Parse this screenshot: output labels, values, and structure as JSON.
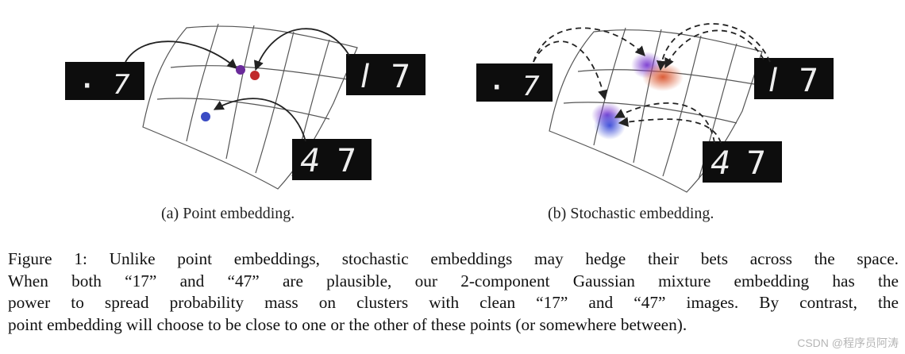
{
  "panel_a": {
    "caption": "(a) Point embedding.",
    "images": [
      {
        "name": "digit-image-dot-7",
        "glyphs": [
          "·",
          "7"
        ]
      },
      {
        "name": "digit-image-17",
        "glyphs": [
          "l",
          "7"
        ]
      },
      {
        "name": "digit-image-47",
        "glyphs": [
          "4",
          "7"
        ]
      }
    ],
    "point_colors": {
      "purple": "#6a2a9a",
      "red": "#c0292b",
      "blue": "#3a4bc4"
    }
  },
  "panel_b": {
    "caption": "(b) Stochastic embedding.",
    "images": [
      {
        "name": "digit-image-dot-7",
        "glyphs": [
          "·",
          "7"
        ]
      },
      {
        "name": "digit-image-17",
        "glyphs": [
          "l",
          "7"
        ]
      },
      {
        "name": "digit-image-47",
        "glyphs": [
          "4",
          "7"
        ]
      }
    ],
    "blob_colors": {
      "purple": "#7a3ad0",
      "red": "#d9532b",
      "blue": "#3a4bd8"
    }
  },
  "caption": {
    "lines": [
      "Figure 1: Unlike point embeddings, stochastic embeddings may hedge their bets across the space.",
      "When both “17” and “47” are plausible, our 2-component Gaussian mixture embedding has the",
      "power to spread probability mass on clusters with clean “17” and “47” images.  By contrast, the",
      "point embedding will choose to be close to one or the other of these points (or somewhere between)."
    ]
  },
  "watermark": "CSDN @程序员阿涛"
}
